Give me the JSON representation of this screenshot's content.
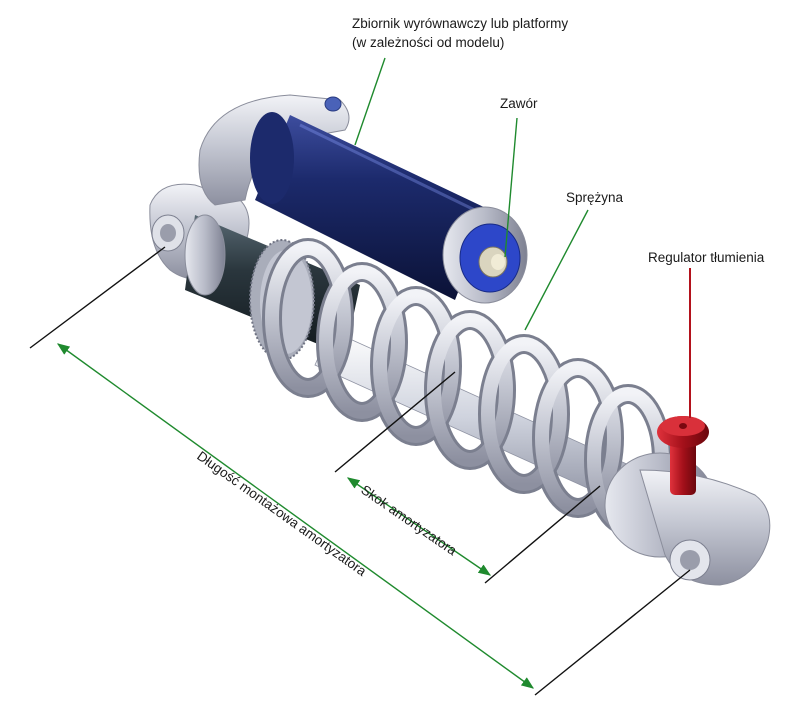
{
  "labels": {
    "reservoir_line1": "Zbiornik wyrównawczy lub platformy",
    "reservoir_line2": "(w zależności od modelu)",
    "valve": "Zawór",
    "spring": "Sprężyna",
    "damping_adjuster": "Regulator tłumienia",
    "stroke": "Skok amortyzatora",
    "eye_to_eye": "Długość montażowa amortyzatora"
  },
  "colors": {
    "leader_green": "#1f8a2e",
    "leader_black": "#111111",
    "reservoir_blue": "#1b2a6b",
    "adjuster_red": "#b3121c",
    "metal_silver": "#c9ccd6"
  }
}
